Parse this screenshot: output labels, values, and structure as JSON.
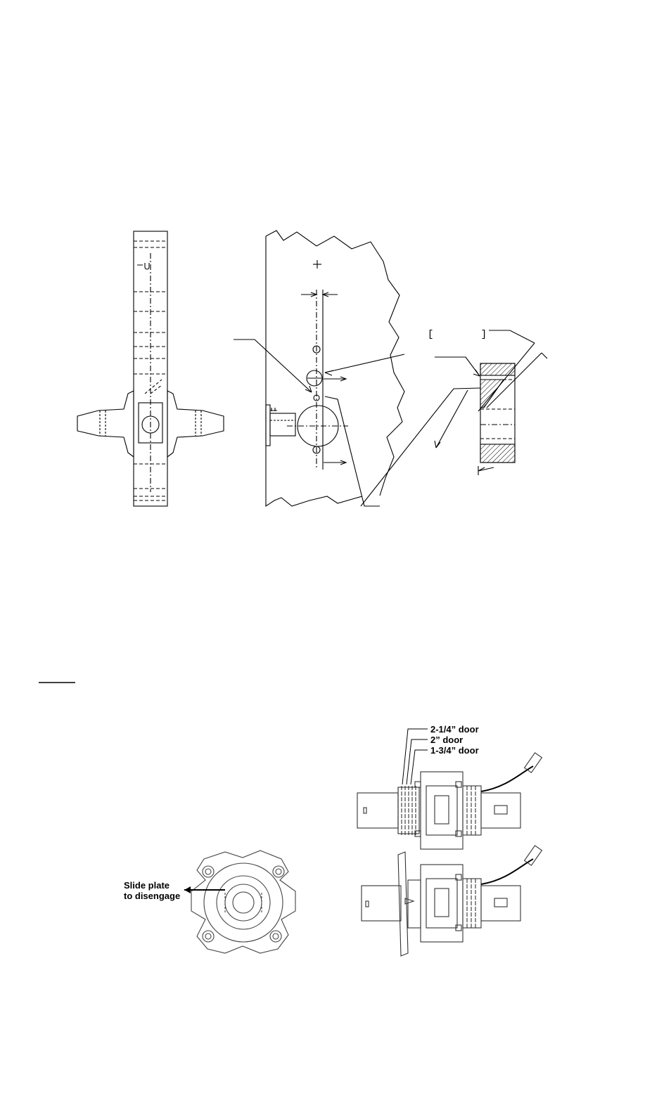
{
  "top_figure": {
    "bracket_text": "[        ]"
  },
  "bottom_figure": {
    "door_labels": [
      "2-1/4” door",
      "2” door",
      "1-3/4” door"
    ],
    "slide_plate_label_line1": "Slide plate",
    "slide_plate_label_line2": "to disengage"
  }
}
